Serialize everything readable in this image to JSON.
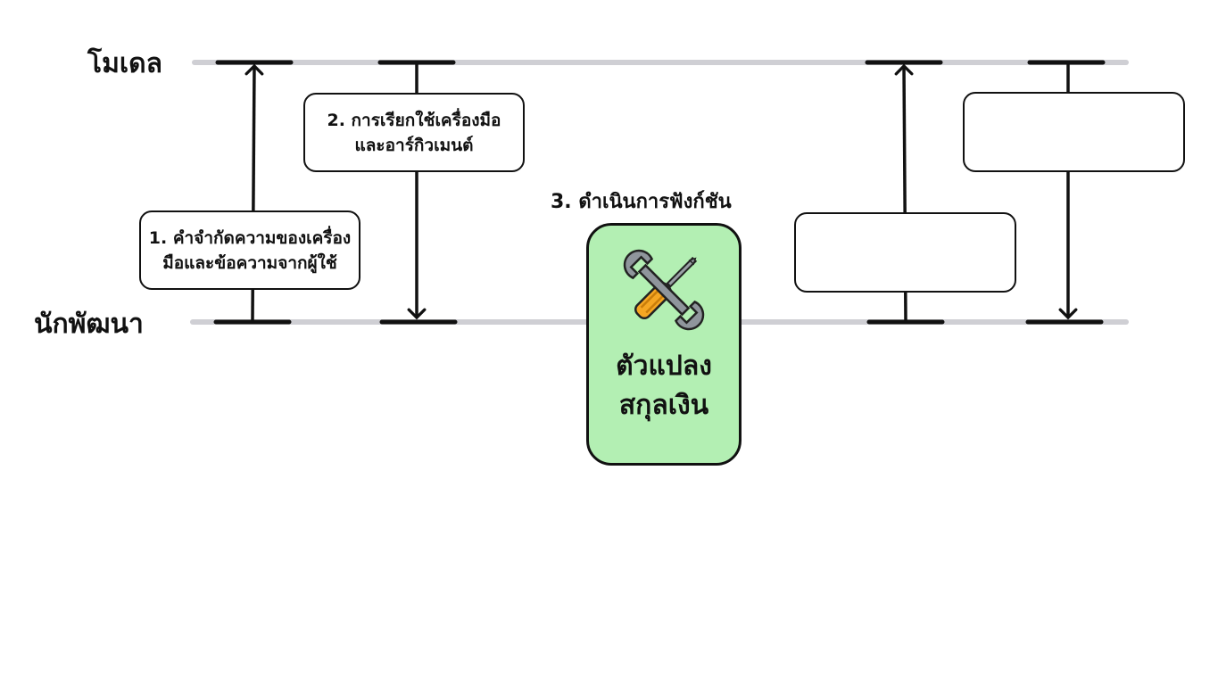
{
  "lanes": {
    "model": "โมเดล",
    "developer": "นักพัฒนา"
  },
  "steps": {
    "step1": {
      "line1": "1. คำจำกัดความของเครื่อง",
      "line2": "มือและข้อความจากผู้ใช้"
    },
    "step2": {
      "line1": "2. การเรียกใช้เครื่องมือ",
      "line2": "และอาร์กิวเมนต์"
    },
    "step3": "3. ดำเนินการฟังก์ชัน",
    "step4": {
      "line1": "",
      "line2": ""
    },
    "step5": {
      "line1": "",
      "line2": ""
    }
  },
  "tool": {
    "icon": "wrench-screwdriver-icon",
    "name_line1": "ตัวแปลง",
    "name_line2": "สกุลเงิน"
  },
  "colors": {
    "lane_line": "#cfcfd4",
    "tool_card": "#b3efb3",
    "screwdriver_handle": "#f5a623"
  }
}
